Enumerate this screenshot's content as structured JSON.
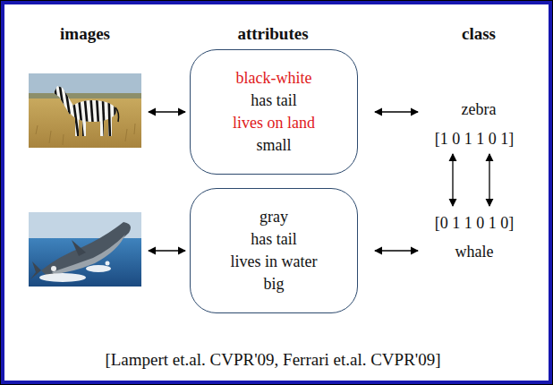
{
  "diagram": {
    "caption": "[Lampert et.al. CVPR'09, Ferrari et.al. CVPR'09]",
    "nodes": [
      {
        "text": [
          "black-white",
          "has tail",
          "lives on land",
          "small"
        ]
      },
      {
        "text": [
          "gray",
          "has tail",
          "lives in water",
          "big"
        ]
      }
    ],
    "labels": [
      "images",
      "attributes",
      "class",
      "zebra",
      "[1 0 1 1 0 1]",
      "[0 1 1 0 1 0]",
      "whale"
    ]
  }
}
